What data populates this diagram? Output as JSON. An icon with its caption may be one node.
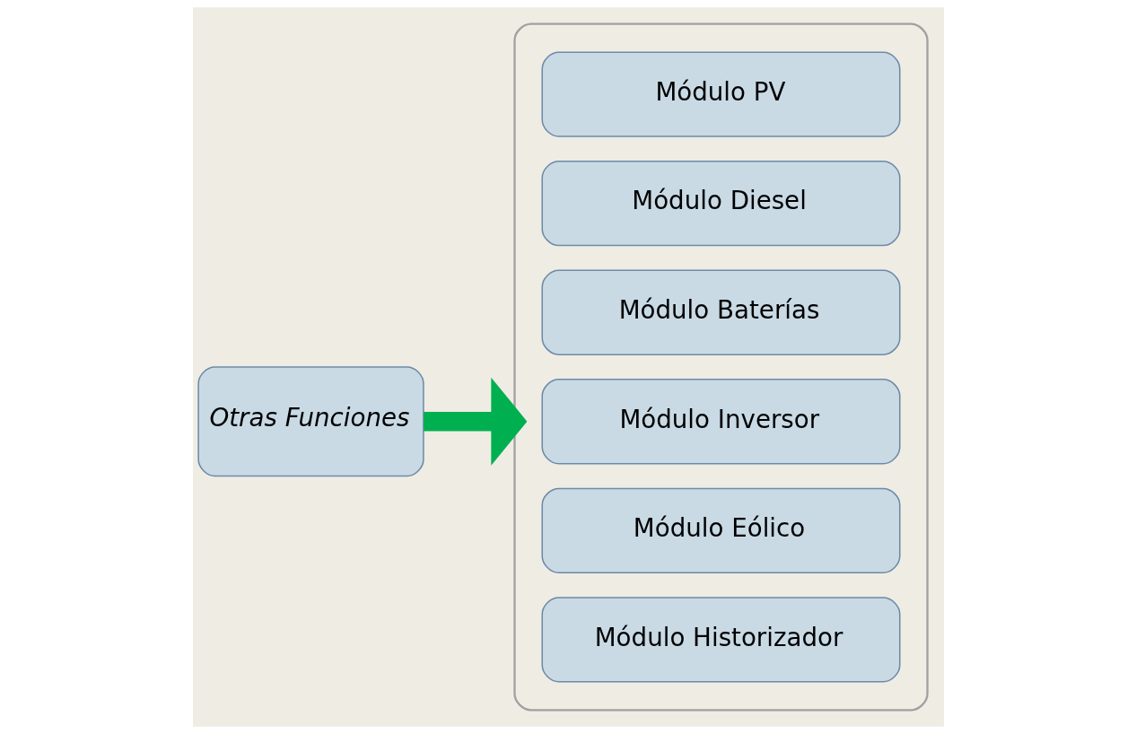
{
  "diagram": {
    "nodes": [
      {
        "text": [
          "Otras Funciones"
        ]
      },
      {
        "text": [],
        "shape": "brace"
      },
      {
        "text": [
          "Módulo PV"
        ],
        "in": 1
      },
      {
        "text": [
          "Módulo Diesel"
        ],
        "in": 1
      },
      {
        "text": [
          "Módulo Baterías"
        ],
        "in": 1
      },
      {
        "text": [
          "Módulo Inversor"
        ],
        "in": 1
      },
      {
        "text": [
          "Módulo Eólico"
        ],
        "in": 1
      },
      {
        "text": [
          "Módulo Historizador"
        ],
        "in": 1
      }
    ],
    "edges": [
      {
        "from": 0,
        "to": 1,
        "arrow": "to",
        "color": "#00b050"
      }
    ]
  }
}
